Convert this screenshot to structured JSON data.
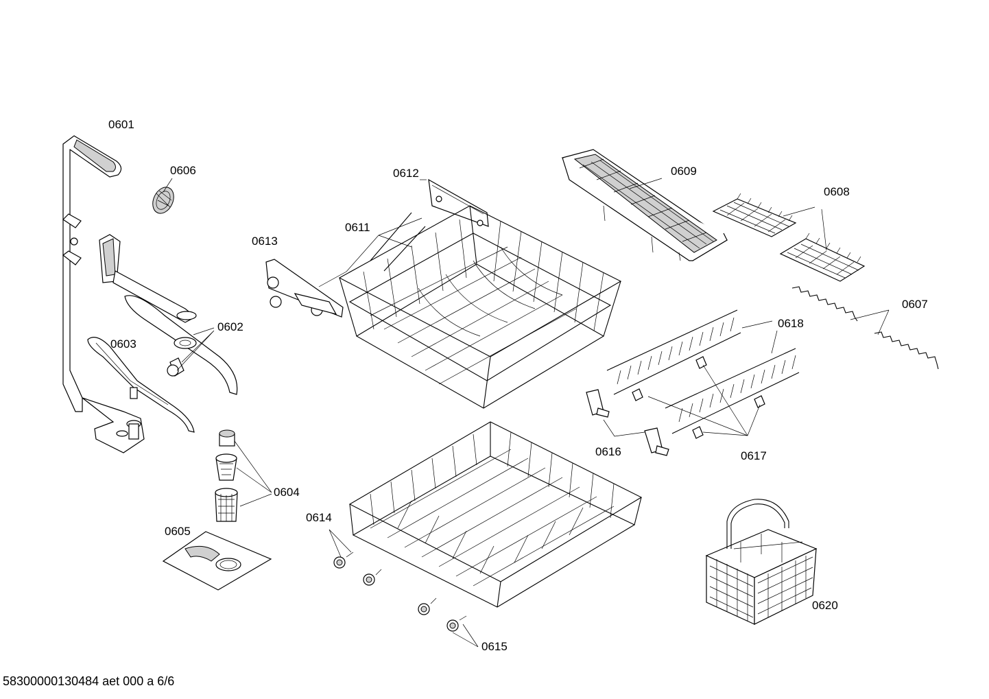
{
  "parts": {
    "p0601": "0601",
    "p0602": "0602",
    "p0603": "0603",
    "p0604": "0604",
    "p0605": "0605",
    "p0606": "0606",
    "p0607": "0607",
    "p0608": "0608",
    "p0609": "0609",
    "p0611": "0611",
    "p0612": "0612",
    "p0613": "0613",
    "p0614": "0614",
    "p0615": "0615",
    "p0616": "0616",
    "p0617": "0617",
    "p0618": "0618",
    "p0620": "0620"
  },
  "footer_text": "58300000130484 aet 000 a 6/6"
}
